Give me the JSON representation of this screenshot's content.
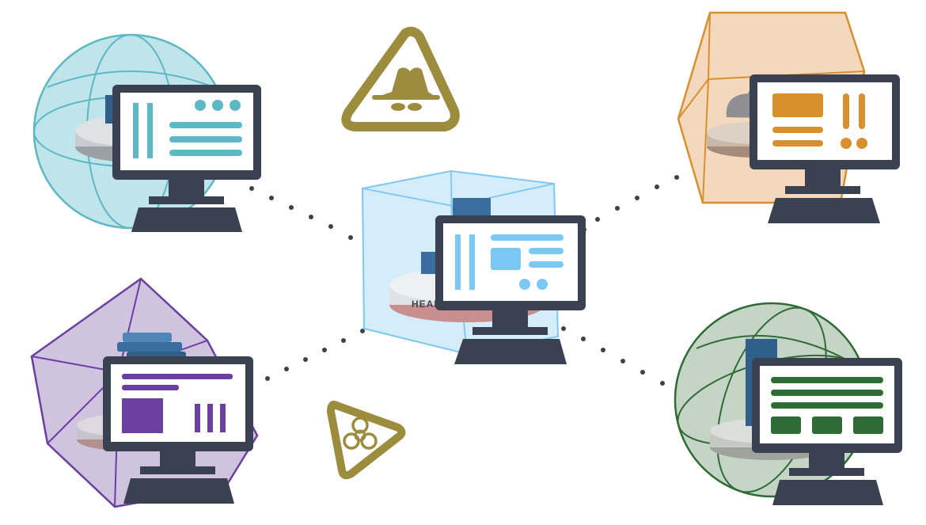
{
  "diagram": {
    "hub": {
      "label_partial": "HEADQUART",
      "color": "#7cc8f5",
      "enclosure": "cube"
    },
    "nodes": [
      {
        "id": "teal",
        "color": "#5bb8c4",
        "enclosure": "sphere",
        "label_partial": ""
      },
      {
        "id": "orange",
        "color": "#d8902e",
        "enclosure": "cube",
        "label_partial": ""
      },
      {
        "id": "purple",
        "color": "#6b3fa0",
        "enclosure": "icosahedron",
        "label_partial": ""
      },
      {
        "id": "green",
        "color": "#2e6b35",
        "enclosure": "sphere",
        "label_partial": ""
      }
    ],
    "threats": [
      {
        "name": "spy-warning-icon",
        "color": "#9c8c3e"
      },
      {
        "name": "biohazard-warning-icon",
        "color": "#9c8c3e"
      }
    ],
    "monitor_color": "#3a4150",
    "connector_color": "#3a4150"
  }
}
